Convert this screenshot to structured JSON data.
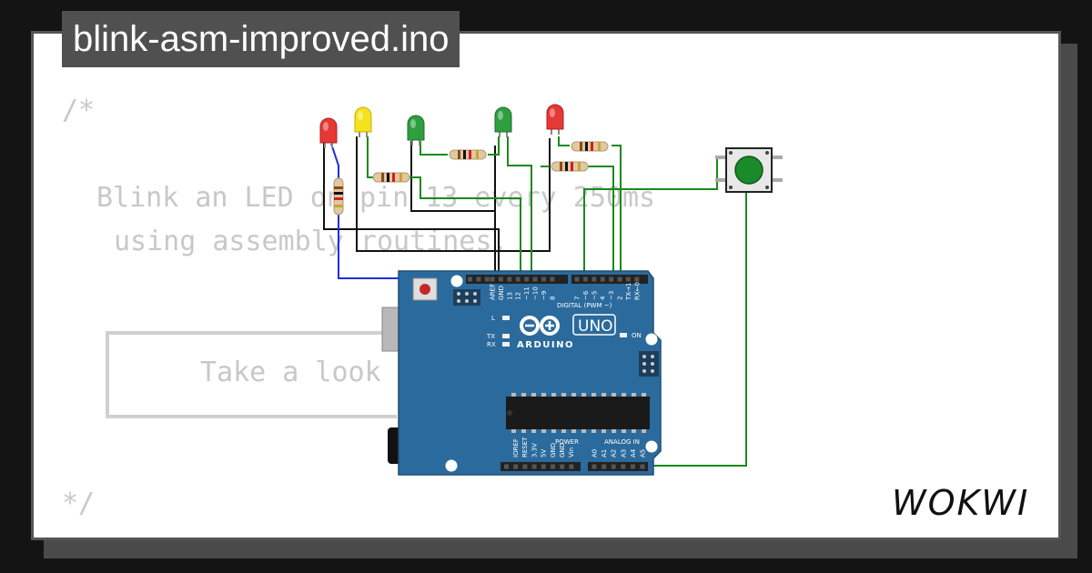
{
  "project": {
    "filename": "blink-asm-improved.ino"
  },
  "code_lines": [
    "/*",
    "Blink an LED on pin 13 every 250ms",
    "using assembly routines.",
    "Take a look",
    "*/"
  ],
  "board": {
    "logo_text": "UNO",
    "brand": "ARDUINO",
    "digital_label": "DIGITAL (PWM ~)",
    "power_label": "POWER",
    "analog_label": "ANALOG IN",
    "led_l": "L",
    "led_tx": "TX",
    "led_rx": "RX",
    "led_on": "ON",
    "digital_pins": [
      "AREF",
      "GND",
      "13",
      "12",
      "~11",
      "~10",
      "~9",
      "8",
      "7",
      "~6",
      "~5",
      "4",
      "~3",
      "2",
      "TX→1",
      "RX←0"
    ],
    "power_pins": [
      "IOREF",
      "RESET",
      "3.3V",
      "5V",
      "GND",
      "GND",
      "Vin"
    ],
    "analog_pins": [
      "A0",
      "A1",
      "A2",
      "A3",
      "A4",
      "A5"
    ]
  },
  "components": {
    "leds": [
      {
        "color": "red",
        "hex": "#e53935"
      },
      {
        "color": "yellow",
        "hex": "#f4e21c"
      },
      {
        "color": "green",
        "hex": "#2e9e3e"
      },
      {
        "color": "green",
        "hex": "#2e9e3e"
      },
      {
        "color": "red",
        "hex": "#e53935"
      }
    ],
    "resistor_count": 5,
    "button_color": "#1a8a2a"
  },
  "brand": {
    "logo_text": "WOKWI"
  },
  "colors": {
    "board_blue": "#2b6a9c",
    "wire_green": "#1a8a1a",
    "wire_black": "#111111",
    "wire_blue": "#1f2ee0"
  }
}
